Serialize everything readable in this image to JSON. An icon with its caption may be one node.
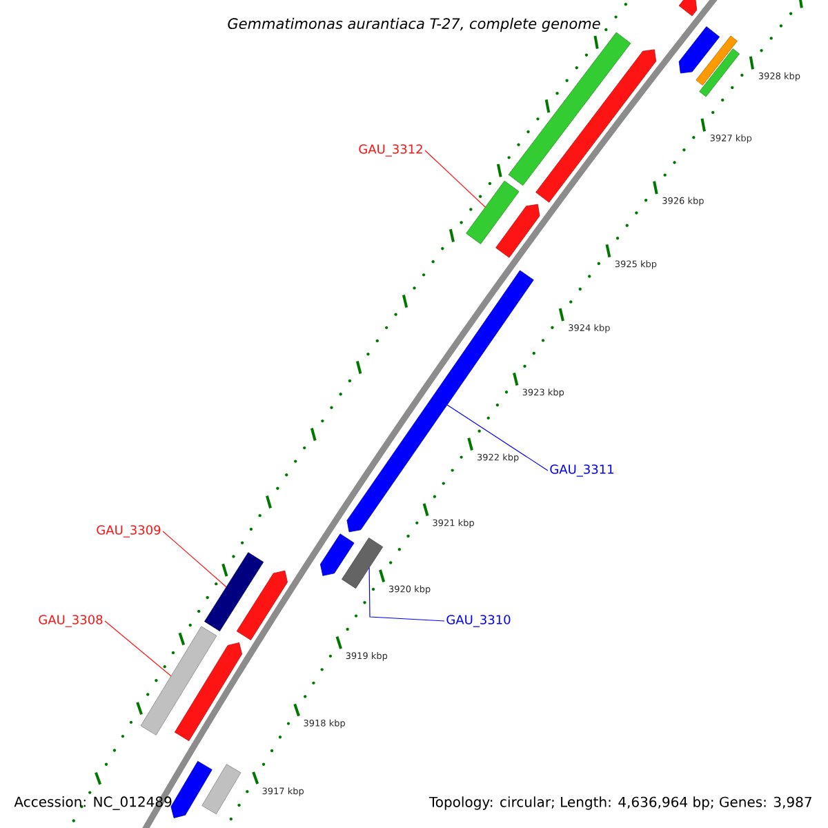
{
  "diagram": {
    "title": "Gemmatimonas aurantiaca T-27, complete genome",
    "nodes": [
      {
        "text": [
          "GAU_3312"
        ]
      },
      {
        "text": [
          "GAU_3311"
        ]
      },
      {
        "text": [
          "GAU_3309"
        ]
      },
      {
        "text": [
          "GAU_3310"
        ]
      },
      {
        "text": [
          "GAU_3308"
        ]
      },
      {
        "text": [],
        "shape": "arrow"
      },
      {
        "text": [],
        "shape": "bar"
      },
      {
        "text": [],
        "shape": "arrow"
      },
      {
        "text": [],
        "shape": "bar"
      },
      {
        "text": [],
        "shape": "arrow"
      },
      {
        "text": [],
        "shape": "bar"
      },
      {
        "text": [],
        "shape": "bar"
      },
      {
        "text": [],
        "shape": "arrow"
      },
      {
        "text": [],
        "shape": "arrow"
      },
      {
        "text": [],
        "shape": "bar"
      },
      {
        "text": [],
        "shape": "arrow"
      },
      {
        "text": [],
        "shape": "bar"
      },
      {
        "text": [],
        "shape": "arrow"
      },
      {
        "text": [],
        "shape": "bar"
      },
      {
        "text": [],
        "shape": "arrow"
      },
      {
        "text": [],
        "shape": "bar"
      },
      {
        "text": [],
        "shape": "arrow"
      }
    ],
    "edges": [
      {
        "from": 0,
        "to": 11,
        "arrow": "none"
      },
      {
        "from": 1,
        "to": 13,
        "arrow": "none",
        "color": "#0000ff"
      },
      {
        "from": 2,
        "to": 16,
        "arrow": "none"
      },
      {
        "from": 3,
        "to": 14,
        "arrow": "none",
        "color": "#0000ff"
      },
      {
        "from": 4,
        "to": 18,
        "arrow": "none"
      }
    ],
    "labels": [
      "3928 kbp",
      "3927 kbp",
      "3926 kbp",
      "3925 kbp",
      "3924 kbp",
      "3923 kbp",
      "3922 kbp",
      "3921 kbp",
      "3920 kbp",
      "3919 kbp",
      "3918 kbp",
      "3917 kbp",
      "Accession: NC_012489",
      "Topology: circular; Length: 4,636,964 bp; Genes: 3,987"
    ]
  }
}
